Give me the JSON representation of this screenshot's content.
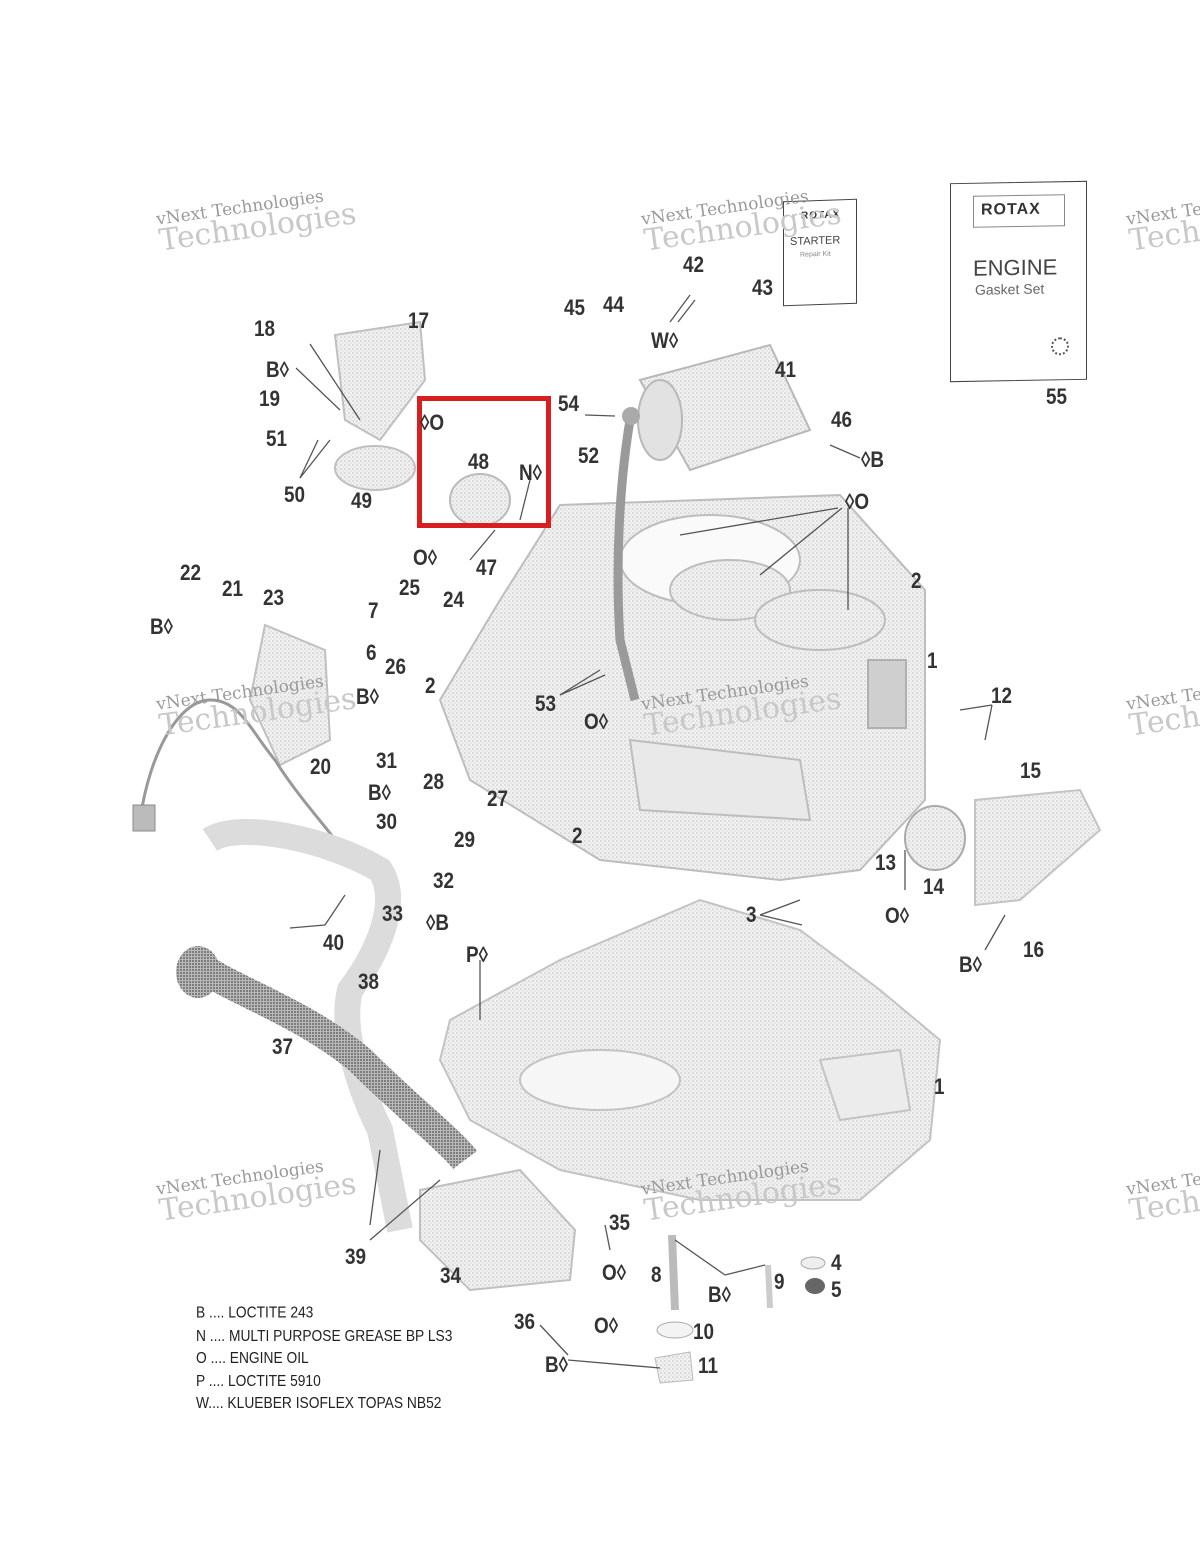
{
  "watermark": {
    "line1": "vNext Technologies",
    "line2": "Technologies"
  },
  "callouts": [
    {
      "id": "c18",
      "text": "18"
    },
    {
      "id": "c17",
      "text": "17"
    },
    {
      "id": "c19",
      "text": "19"
    },
    {
      "id": "c51",
      "text": "51"
    },
    {
      "id": "c50",
      "text": "50"
    },
    {
      "id": "c49",
      "text": "49"
    },
    {
      "id": "c48",
      "text": "48"
    },
    {
      "id": "c47",
      "text": "47"
    },
    {
      "id": "c45",
      "text": "45"
    },
    {
      "id": "c44",
      "text": "44"
    },
    {
      "id": "c42",
      "text": "42"
    },
    {
      "id": "c43",
      "text": "43"
    },
    {
      "id": "c41",
      "text": "41"
    },
    {
      "id": "c54",
      "text": "54"
    },
    {
      "id": "c52",
      "text": "52"
    },
    {
      "id": "c46",
      "text": "46"
    },
    {
      "id": "c55",
      "text": "55"
    },
    {
      "id": "c22",
      "text": "22"
    },
    {
      "id": "c21",
      "text": "21"
    },
    {
      "id": "c23",
      "text": "23"
    },
    {
      "id": "c25",
      "text": "25"
    },
    {
      "id": "c24",
      "text": "24"
    },
    {
      "id": "c7",
      "text": "7"
    },
    {
      "id": "c6",
      "text": "6"
    },
    {
      "id": "c26",
      "text": "26"
    },
    {
      "id": "c2a",
      "text": "2"
    },
    {
      "id": "c2b",
      "text": "2"
    },
    {
      "id": "c2c",
      "text": "2"
    },
    {
      "id": "c1a",
      "text": "1"
    },
    {
      "id": "c1b",
      "text": "1"
    },
    {
      "id": "c12",
      "text": "12"
    },
    {
      "id": "c53",
      "text": "53"
    },
    {
      "id": "c20",
      "text": "20"
    },
    {
      "id": "c31",
      "text": "31"
    },
    {
      "id": "c28",
      "text": "28"
    },
    {
      "id": "c27",
      "text": "27"
    },
    {
      "id": "c30",
      "text": "30"
    },
    {
      "id": "c29",
      "text": "29"
    },
    {
      "id": "c15",
      "text": "15"
    },
    {
      "id": "c13",
      "text": "13"
    },
    {
      "id": "c14",
      "text": "14"
    },
    {
      "id": "c32",
      "text": "32"
    },
    {
      "id": "c33",
      "text": "33"
    },
    {
      "id": "c40",
      "text": "40"
    },
    {
      "id": "c3",
      "text": "3"
    },
    {
      "id": "c16",
      "text": "16"
    },
    {
      "id": "c38",
      "text": "38"
    },
    {
      "id": "c37",
      "text": "37"
    },
    {
      "id": "c39",
      "text": "39"
    },
    {
      "id": "c34",
      "text": "34"
    },
    {
      "id": "c35",
      "text": "35"
    },
    {
      "id": "c8",
      "text": "8"
    },
    {
      "id": "c9",
      "text": "9"
    },
    {
      "id": "c4",
      "text": "4"
    },
    {
      "id": "c5",
      "text": "5"
    },
    {
      "id": "c36",
      "text": "36"
    },
    {
      "id": "c10",
      "text": "10"
    },
    {
      "id": "c11",
      "text": "11"
    }
  ],
  "lubricant_marks": [
    {
      "id": "m_B18",
      "text": "B"
    },
    {
      "id": "m_O48",
      "text": "O"
    },
    {
      "id": "m_N48",
      "text": "N"
    },
    {
      "id": "m_W42",
      "text": "W"
    },
    {
      "id": "m_B46",
      "text": "B"
    },
    {
      "id": "m_O1",
      "text": "O"
    },
    {
      "id": "m_O47",
      "text": "O"
    },
    {
      "id": "m_B22",
      "text": "B"
    },
    {
      "id": "m_B26",
      "text": "B"
    },
    {
      "id": "m_O53",
      "text": "O"
    },
    {
      "id": "m_B30",
      "text": "B"
    },
    {
      "id": "m_B33",
      "text": "B"
    },
    {
      "id": "m_O13",
      "text": "O"
    },
    {
      "id": "m_B16",
      "text": "B"
    },
    {
      "id": "m_P",
      "text": "P"
    },
    {
      "id": "m_O35",
      "text": "O"
    },
    {
      "id": "m_B9",
      "text": "B"
    },
    {
      "id": "m_O10",
      "text": "O"
    },
    {
      "id": "m_B11",
      "text": "B"
    }
  ],
  "kits": {
    "starter": {
      "brand": "ROTAX",
      "title": "STARTER",
      "subtitle": "Repair Kit"
    },
    "gasket": {
      "brand": "ROTAX",
      "title": "ENGINE",
      "subtitle": "Gasket Set"
    }
  },
  "legend": [
    {
      "code": "B",
      "text": "B .... LOCTITE 243"
    },
    {
      "code": "N",
      "text": "N .... MULTI PURPOSE GREASE BP LS3"
    },
    {
      "code": "O",
      "text": "O .... ENGINE OIL"
    },
    {
      "code": "P",
      "text": "P .... LOCTITE 5910"
    },
    {
      "code": "W",
      "text": "W.... KLUEBER ISOFLEX TOPAS NB52"
    }
  ],
  "highlight": {
    "part": "48",
    "color": "#d81e1e"
  }
}
